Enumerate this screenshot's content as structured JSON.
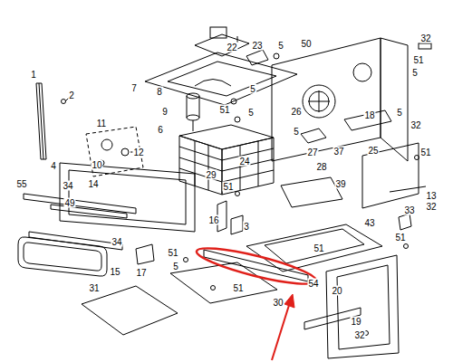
{
  "diagram": {
    "labels": [
      "32",
      "22",
      "23",
      "5",
      "50",
      "51",
      "5",
      "1",
      "7",
      "8",
      "51",
      "5",
      "2",
      "9",
      "5",
      "26",
      "18",
      "5",
      "32",
      "11",
      "6",
      "5",
      "25",
      "37",
      "27",
      "51",
      "12",
      "28",
      "10",
      "4",
      "29",
      "24",
      "39",
      "55",
      "34",
      "14",
      "51",
      "13",
      "32",
      "49",
      "16",
      "3",
      "33",
      "43",
      "34",
      "51",
      "51",
      "51",
      "15",
      "17",
      "5",
      "54",
      "51",
      "20",
      "31",
      "30",
      "19",
      "32"
    ]
  }
}
